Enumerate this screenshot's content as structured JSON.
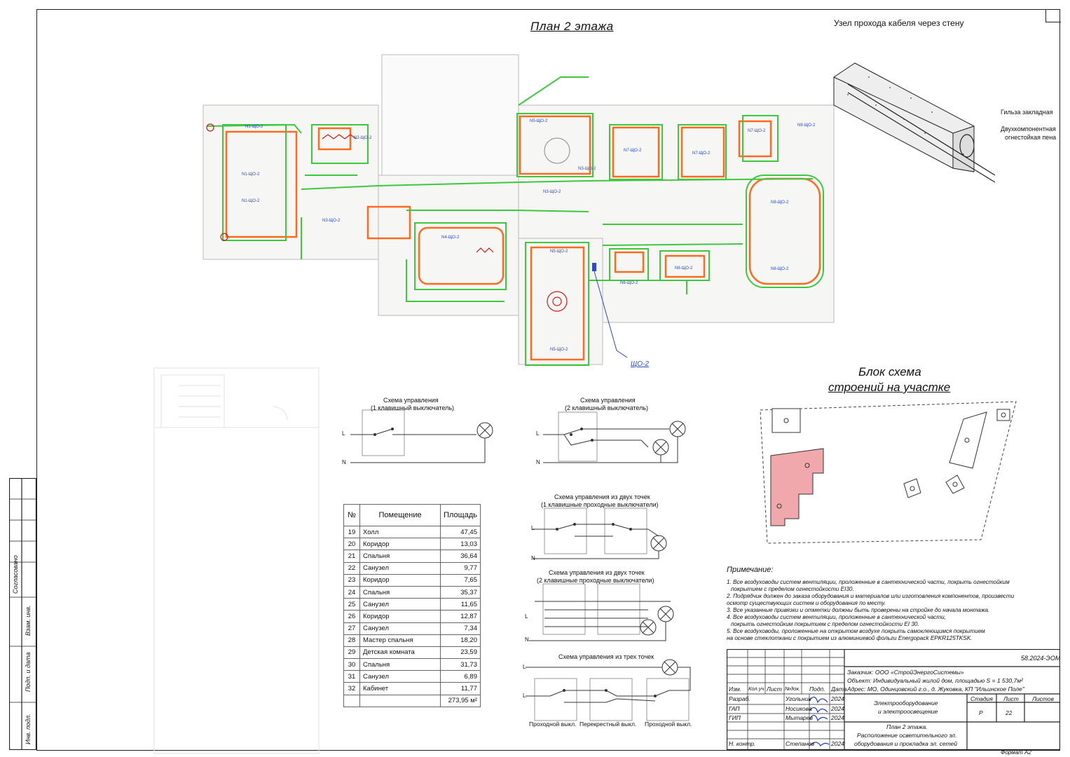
{
  "titles": {
    "plan": "План 2 этажа",
    "cable_node": "Узел прохода кабеля через стену",
    "block_scheme_1": "Блок схема",
    "block_scheme_2": "строений на участке",
    "panel_label": "ЩО-2"
  },
  "cable_node": {
    "label_sleeve": "Гильза закладная",
    "label_foam_1": "Двухкомпонентная",
    "label_foam_2": "огнестойкая пена"
  },
  "schemes": {
    "s1_title_1": "Схема управления",
    "s1_title_2": "(1 клавишный выключатель)",
    "s2_title_1": "Схема управления",
    "s2_title_2": "(2 клавишный выключатель)",
    "s3_title_1": "Схема управления из двух точек",
    "s3_title_2": "(1 клавишные проходные выключатели)",
    "s4_title_1": "Схема управления из двух точек",
    "s4_title_2": "(2 клавишные проходные выключатели)",
    "s5_title": "Схема управления из трех точек",
    "label_L": "L",
    "label_N": "N",
    "pass_switch": "Проходной выкл.",
    "cross_switch": "Перекрестный выкл."
  },
  "rooms": {
    "headers": [
      "№",
      "Помещение",
      "Площадь"
    ],
    "rows": [
      [
        "19",
        "Холл",
        "47,45"
      ],
      [
        "20",
        "Коридор",
        "13,03"
      ],
      [
        "21",
        "Спальня",
        "36,64"
      ],
      [
        "22",
        "Санузел",
        "9,77"
      ],
      [
        "23",
        "Коридор",
        "7,65"
      ],
      [
        "24",
        "Спальня",
        "35,37"
      ],
      [
        "25",
        "Санузел",
        "11,65"
      ],
      [
        "26",
        "Коридор",
        "12,87"
      ],
      [
        "27",
        "Санузел",
        "7,34"
      ],
      [
        "28",
        "Мастер спальня",
        "18,20"
      ],
      [
        "29",
        "Детская комната",
        "23,59"
      ],
      [
        "30",
        "Спальня",
        "31,73"
      ],
      [
        "31",
        "Санузел",
        "6,89"
      ],
      [
        "32",
        "Кабинет",
        "11,77"
      ]
    ],
    "total": "273,95 м²"
  },
  "notes": {
    "heading": "Примечание:",
    "lines": [
      "1. Все воздуховоды систем вентиляции, проложенные в сантехнической части, покрыть огнестойким",
      "покрытием с пределом огнестойкости EI30.",
      "2. Подрядчик должен до заказа оборудования и материалов или изготовления компонентов, произвести",
      "осмотр существующих систем и оборудования по месту.",
      "3. Все указанные привязки и отметки должны быть проверены на стройке до начала монтажа.",
      "4. Все воздуховоды систем вентиляции, проложенные в сантехнической части,",
      "покрыть огнестойким покрытием с пределом огнестойкости EI 30.",
      "5. Все воздуховоды, проложенные на открытом воздухе покрыть самоклеющимся покрытием",
      "на основе стеклоткани с покрытием из алюминиевой фольги Energopack EPKR125TKSK."
    ]
  },
  "titleblock": {
    "code": "58.2024-ЭОМ",
    "customer": "Заказчик: ООО «СтройЭнергоСистемы»",
    "object": "Объект:  Индивидуальный жилой дом, площадью S = 1 530,7м²",
    "address": "Адрес:  МО, Одинцовский г.о., д. Жуковка, КП \"Ильинское Поле\"",
    "hdr_izm": "Изм.",
    "hdr_kol": "Кол.уч",
    "hdr_list": "Лист",
    "hdr_ndok": "№док.",
    "hdr_podp": "Подп.",
    "hdr_data": "Дата",
    "r1_role": "Разраб.",
    "r1_name": "Угольник",
    "r1_date": "2024",
    "r2_role": "ГАП",
    "r2_name": "Носикова",
    "r2_date": "2024",
    "r3_role": "ГИП",
    "r3_name": "Мытарев",
    "r3_date": "2024",
    "r4_role": "Н. контр.",
    "r4_name": "Степанов",
    "r4_date": "2024",
    "section_1": "Электрооборудование",
    "section_2": "и электроосвещение",
    "stage_h": "Стадия",
    "sheet_h": "Лист",
    "sheets_h": "Листов",
    "stage": "Р",
    "sheet": "22",
    "drawing_1": "План 2 этажа.",
    "drawing_2": "Расположение осветительного эл.",
    "drawing_3": "оборудования и прокладка эл. сетей",
    "format": "Формат А2"
  },
  "stamp": {
    "agreed": "Согласовано",
    "vzam": "Взам. инв.",
    "podp_data": "Подп. и дата",
    "inv_podl": "Инв. подл."
  },
  "colors": {
    "wire": "#3ec83e",
    "duct": "#ff6a1f",
    "annotation": "#2a4bd8",
    "building_fill": "#f0a8ad"
  }
}
